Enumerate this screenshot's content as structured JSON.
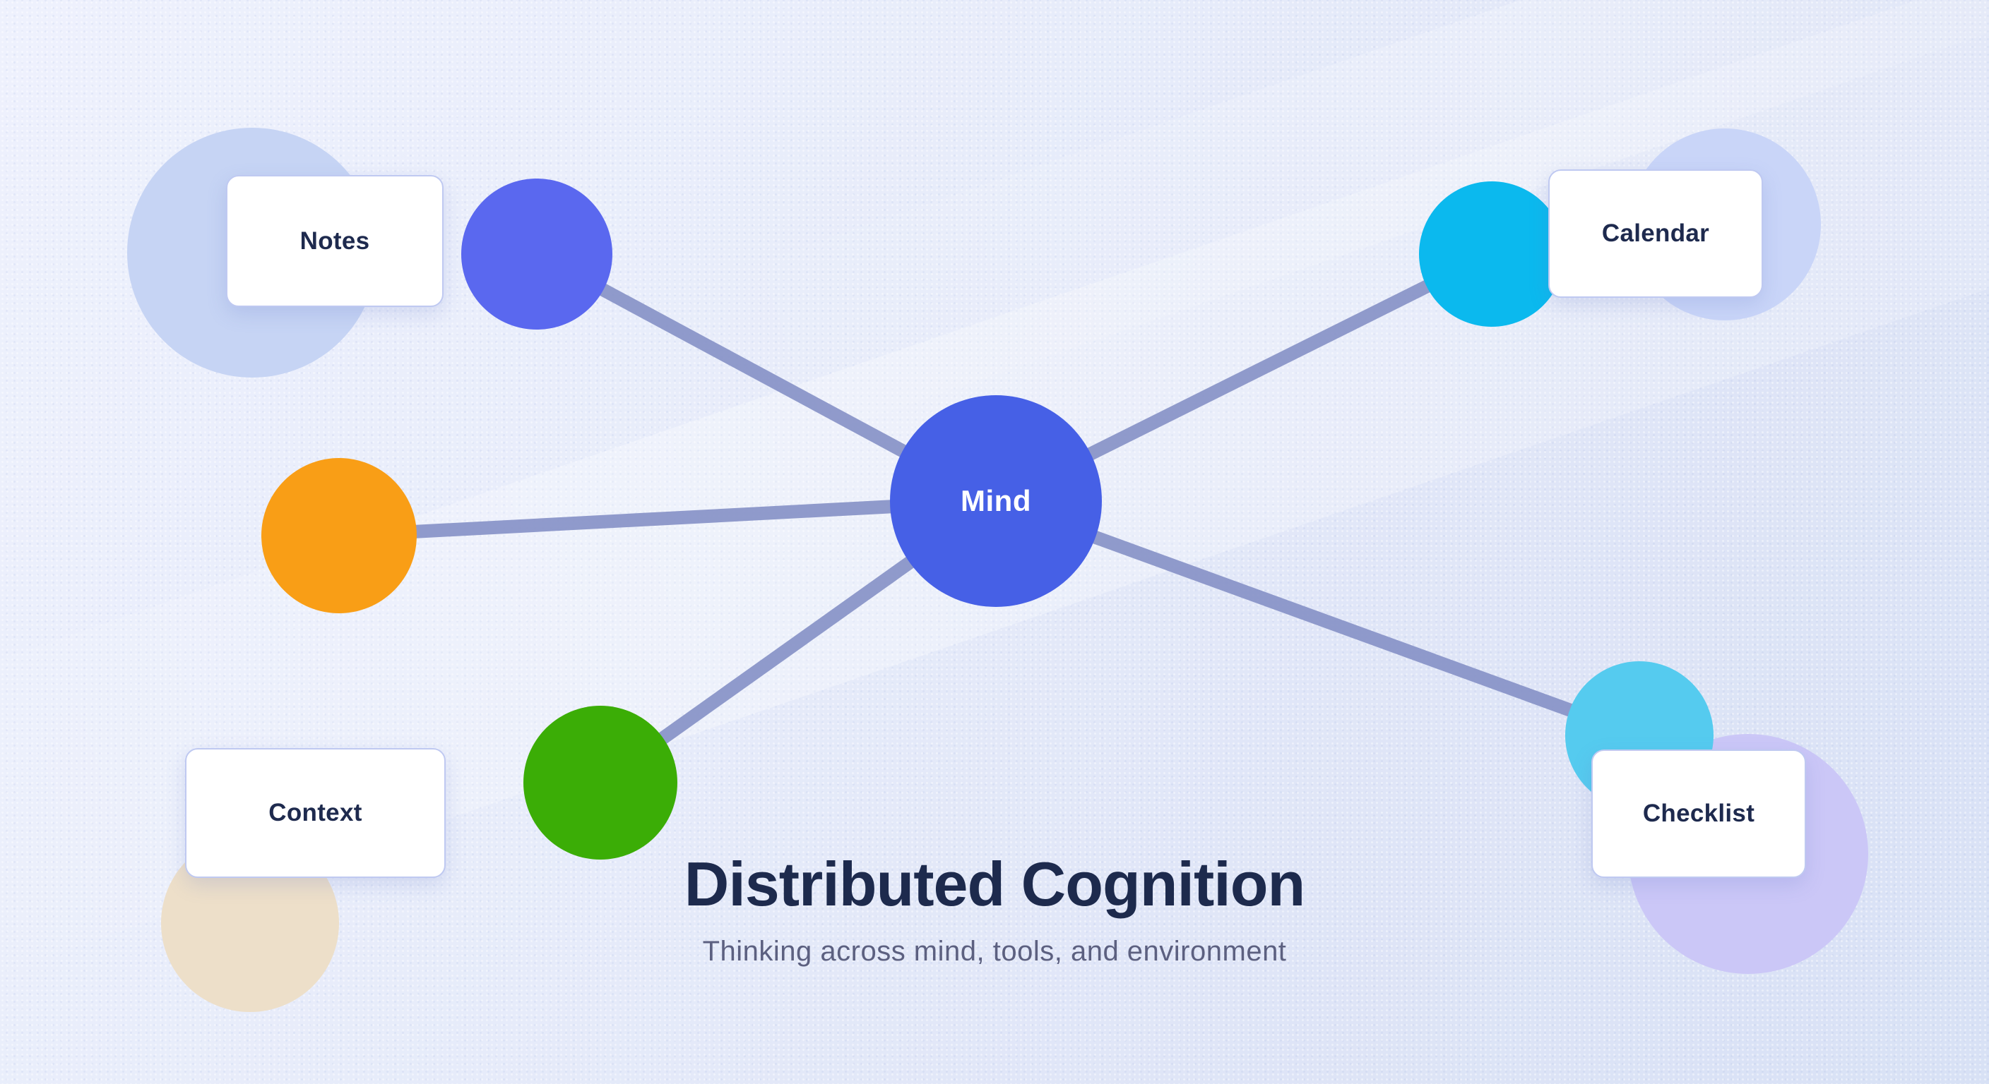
{
  "page": {
    "title": "Distributed Cognition",
    "subtitle": "Thinking across mind, tools, and environment"
  },
  "diagram": {
    "center_node": {
      "label": "Mind",
      "color": "#4660E6"
    },
    "nodes": [
      {
        "id": "notes-node",
        "color": "#5A68EF",
        "linked_card": "Notes"
      },
      {
        "id": "calendar-node",
        "color": "#0BB9EE",
        "linked_card": "Calendar"
      },
      {
        "id": "orange-node",
        "color": "#F99E16",
        "linked_card": ""
      },
      {
        "id": "green-node",
        "color": "#3BAD06",
        "linked_card": ""
      },
      {
        "id": "checklist-node",
        "color": "#55CBEF",
        "linked_card": "Checklist"
      }
    ],
    "cards": [
      {
        "label": "Notes"
      },
      {
        "label": "Calendar"
      },
      {
        "label": "Context"
      },
      {
        "label": "Checklist"
      }
    ],
    "edge_color": "#8893C8",
    "decorative_circle_colors": {
      "top_left_blue": "#C6D4F4",
      "top_right_periwinkle": "#C9D5F8",
      "bottom_left_beige": "#EDDFC9",
      "bottom_right_lavender": "#CBC7F7"
    },
    "background_colors": {
      "start": "#EEF1FD",
      "end": "#D8E1F5"
    },
    "text_colors": {
      "title": "#1D2A4D",
      "subtitle": "#5C6080",
      "card_label": "#1E2A4E",
      "mind_label": "#FFFFFF"
    }
  }
}
